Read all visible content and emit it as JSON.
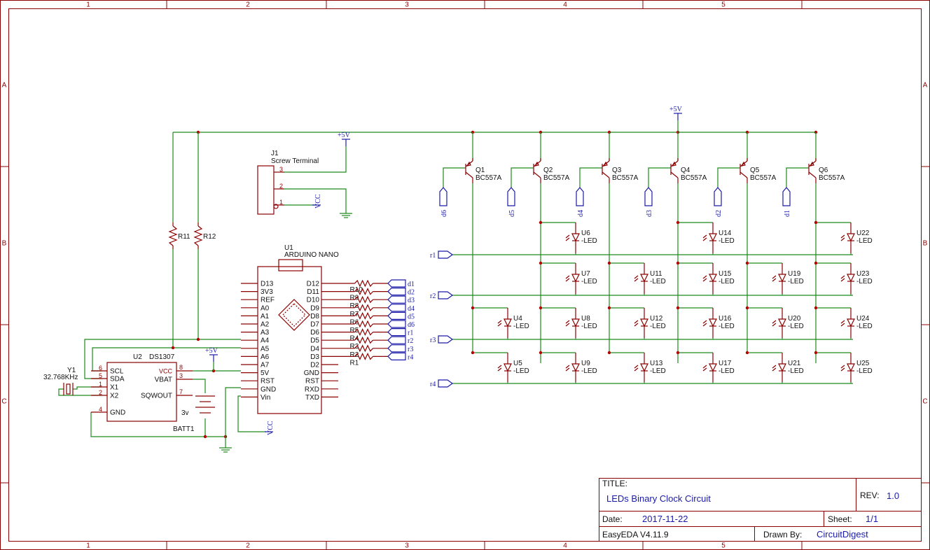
{
  "frame": {
    "columns": [
      "1",
      "2",
      "3",
      "4",
      "5"
    ],
    "rows": [
      "A",
      "B",
      "C"
    ]
  },
  "title_block": {
    "title_label": "TITLE:",
    "title": "LEDs Binary Clock Circuit",
    "rev_label": "REV:",
    "rev": "1.0",
    "date_label": "Date:",
    "date": "2017-11-22",
    "sheet_label": "Sheet:",
    "sheet": "1/1",
    "software": "EasyEDA V4.11.9",
    "drawn_label": "Drawn By:",
    "drawn_by": "CircuitDigest"
  },
  "power": {
    "vcc5": "+5V",
    "vcc": "VCC"
  },
  "j1": {
    "ref": "J1",
    "name": "Screw Terminal",
    "pins": [
      "3",
      "2",
      "1"
    ]
  },
  "resistors_pullup": [
    "R11",
    "R12"
  ],
  "arduino": {
    "ref": "U1",
    "name": "ARDUINO NANO",
    "left_pins": [
      "D13",
      "3V3",
      "REF",
      "A0",
      "A1",
      "A2",
      "A3",
      "A4",
      "A5",
      "A6",
      "A7",
      "5V",
      "RST",
      "GND",
      "Vin"
    ],
    "right_pins": [
      "D12",
      "D11",
      "D10",
      "D9",
      "D8",
      "D7",
      "D6",
      "D5",
      "D4",
      "D3",
      "D2",
      "GND",
      "RST",
      "RXD",
      "TXD"
    ],
    "series_resistors": [
      "R10",
      "R9",
      "R8",
      "R7",
      "R6",
      "R5",
      "R4",
      "R3",
      "R2",
      "R1"
    ],
    "nets": [
      "d1",
      "d2",
      "d3",
      "d4",
      "d5",
      "d6",
      "r1",
      "r2",
      "r3",
      "r4"
    ]
  },
  "rtc": {
    "ref": "U2",
    "name": "DS1307",
    "left_pins": [
      {
        "num": "6",
        "name": "SCL"
      },
      {
        "num": "5",
        "name": "SDA"
      },
      {
        "num": "1",
        "name": "X1"
      },
      {
        "num": "2",
        "name": "X2"
      },
      {
        "num": "4",
        "name": "GND"
      }
    ],
    "right_pins": [
      {
        "num": "8",
        "name": "VCC"
      },
      {
        "num": "3",
        "name": "VBAT"
      },
      {
        "num": "7",
        "name": "SQWOUT"
      }
    ]
  },
  "crystal": {
    "ref": "Y1",
    "value": "32.768KHz"
  },
  "battery": {
    "ref": "BATT1",
    "value": "3v"
  },
  "transistors": [
    {
      "ref": "Q1",
      "part": "BC557A",
      "net": "d6"
    },
    {
      "ref": "Q2",
      "part": "BC557A",
      "net": "d5"
    },
    {
      "ref": "Q3",
      "part": "BC557A",
      "net": "d4"
    },
    {
      "ref": "Q4",
      "part": "BC557A",
      "net": "d3"
    },
    {
      "ref": "Q5",
      "part": "BC557A",
      "net": "d2"
    },
    {
      "ref": "Q6",
      "part": "BC557A",
      "net": "d1"
    }
  ],
  "row_nets": [
    "r1",
    "r2",
    "r3",
    "r4"
  ],
  "leds": [
    {
      "ref": "U6",
      "value": "-LED",
      "col": 1,
      "row": 0
    },
    {
      "ref": "U14",
      "value": "-LED",
      "col": 3,
      "row": 0
    },
    {
      "ref": "U22",
      "value": "-LED",
      "col": 5,
      "row": 0
    },
    {
      "ref": "U7",
      "value": "-LED",
      "col": 1,
      "row": 1
    },
    {
      "ref": "U11",
      "value": "-LED",
      "col": 2,
      "row": 1
    },
    {
      "ref": "U15",
      "value": "-LED",
      "col": 3,
      "row": 1
    },
    {
      "ref": "U19",
      "value": "-LED",
      "col": 4,
      "row": 1
    },
    {
      "ref": "U23",
      "value": "-LED",
      "col": 5,
      "row": 1
    },
    {
      "ref": "U4",
      "value": "-LED",
      "col": 0,
      "row": 2
    },
    {
      "ref": "U8",
      "value": "-LED",
      "col": 1,
      "row": 2
    },
    {
      "ref": "U12",
      "value": "-LED",
      "col": 2,
      "row": 2
    },
    {
      "ref": "U16",
      "value": "-LED",
      "col": 3,
      "row": 2
    },
    {
      "ref": "U20",
      "value": "-LED",
      "col": 4,
      "row": 2
    },
    {
      "ref": "U24",
      "value": "-LED",
      "col": 5,
      "row": 2
    },
    {
      "ref": "U5",
      "value": "-LED",
      "col": 0,
      "row": 3
    },
    {
      "ref": "U9",
      "value": "-LED",
      "col": 1,
      "row": 3
    },
    {
      "ref": "U13",
      "value": "-LED",
      "col": 2,
      "row": 3
    },
    {
      "ref": "U17",
      "value": "-LED",
      "col": 3,
      "row": 3
    },
    {
      "ref": "U21",
      "value": "-LED",
      "col": 4,
      "row": 3
    },
    {
      "ref": "U25",
      "value": "-LED",
      "col": 5,
      "row": 3
    }
  ]
}
